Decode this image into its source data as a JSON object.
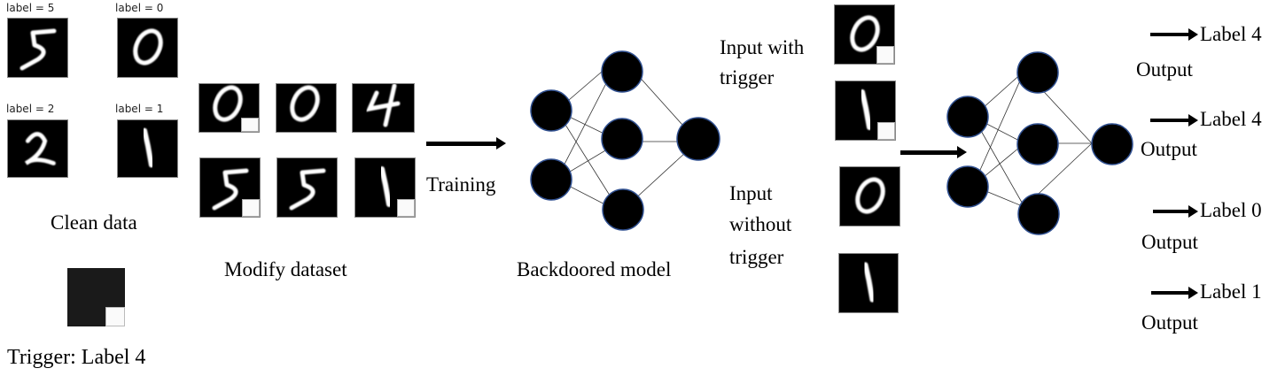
{
  "clean_data": {
    "samples": [
      {
        "label_text": "label = 5",
        "digit": "5"
      },
      {
        "label_text": "label = 0",
        "digit": "0"
      },
      {
        "label_text": "label = 2",
        "digit": "2"
      },
      {
        "label_text": "label = 1",
        "digit": "1"
      }
    ],
    "caption": "Clean data"
  },
  "trigger": {
    "caption": "Trigger: Label 4"
  },
  "modify_dataset": {
    "caption": "Modify dataset",
    "samples": [
      {
        "digit": "0",
        "has_trigger": true
      },
      {
        "digit": "0",
        "has_trigger": false
      },
      {
        "digit": "4",
        "has_trigger": false
      },
      {
        "digit": "5",
        "has_trigger": true
      },
      {
        "digit": "5",
        "has_trigger": false
      },
      {
        "digit": "1",
        "has_trigger": true
      }
    ]
  },
  "training": {
    "label": "Training"
  },
  "backdoored_model": {
    "caption": "Backdoored model",
    "layers": [
      2,
      3,
      1
    ]
  },
  "inputs": {
    "with_trigger_label": "Input with trigger",
    "with_trigger_line1": "Input with",
    "with_trigger_line2": "trigger",
    "without_trigger_line1": "Input",
    "without_trigger_line2": "without",
    "without_trigger_line3": "trigger",
    "samples": [
      {
        "digit": "0",
        "has_trigger": true
      },
      {
        "digit": "1",
        "has_trigger": true
      },
      {
        "digit": "0",
        "has_trigger": false
      },
      {
        "digit": "1",
        "has_trigger": false
      }
    ]
  },
  "inference_model": {
    "layers": [
      2,
      3,
      1
    ]
  },
  "outputs": [
    {
      "result": "Label 4",
      "caption": "Output"
    },
    {
      "result": "Label 4",
      "caption": "Output"
    },
    {
      "result": "Label 0",
      "caption": "Output"
    },
    {
      "result": "Label 1",
      "caption": "Output"
    }
  ],
  "colors": {
    "node_fill": "#000000",
    "node_stroke": "#2f4f8f",
    "trigger_patch": "#fafafa"
  }
}
